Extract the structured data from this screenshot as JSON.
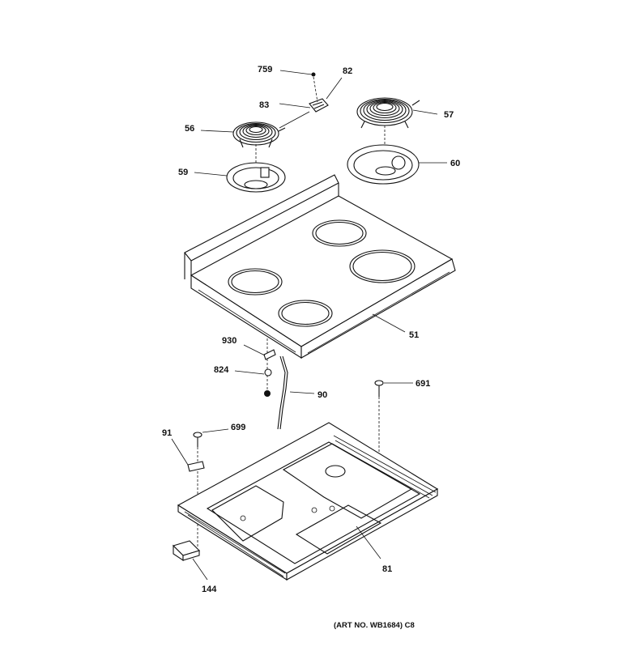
{
  "diagram": {
    "caption": "(ART NO. WB1684) C8",
    "part_labels": {
      "p759": "759",
      "p82": "82",
      "p83": "83",
      "p56": "56",
      "p57": "57",
      "p59": "59",
      "p60": "60",
      "p51": "51",
      "p930": "930",
      "p824": "824",
      "p90": "90",
      "p691": "691",
      "p91": "91",
      "p699": "699",
      "p81": "81",
      "p144": "144"
    }
  }
}
